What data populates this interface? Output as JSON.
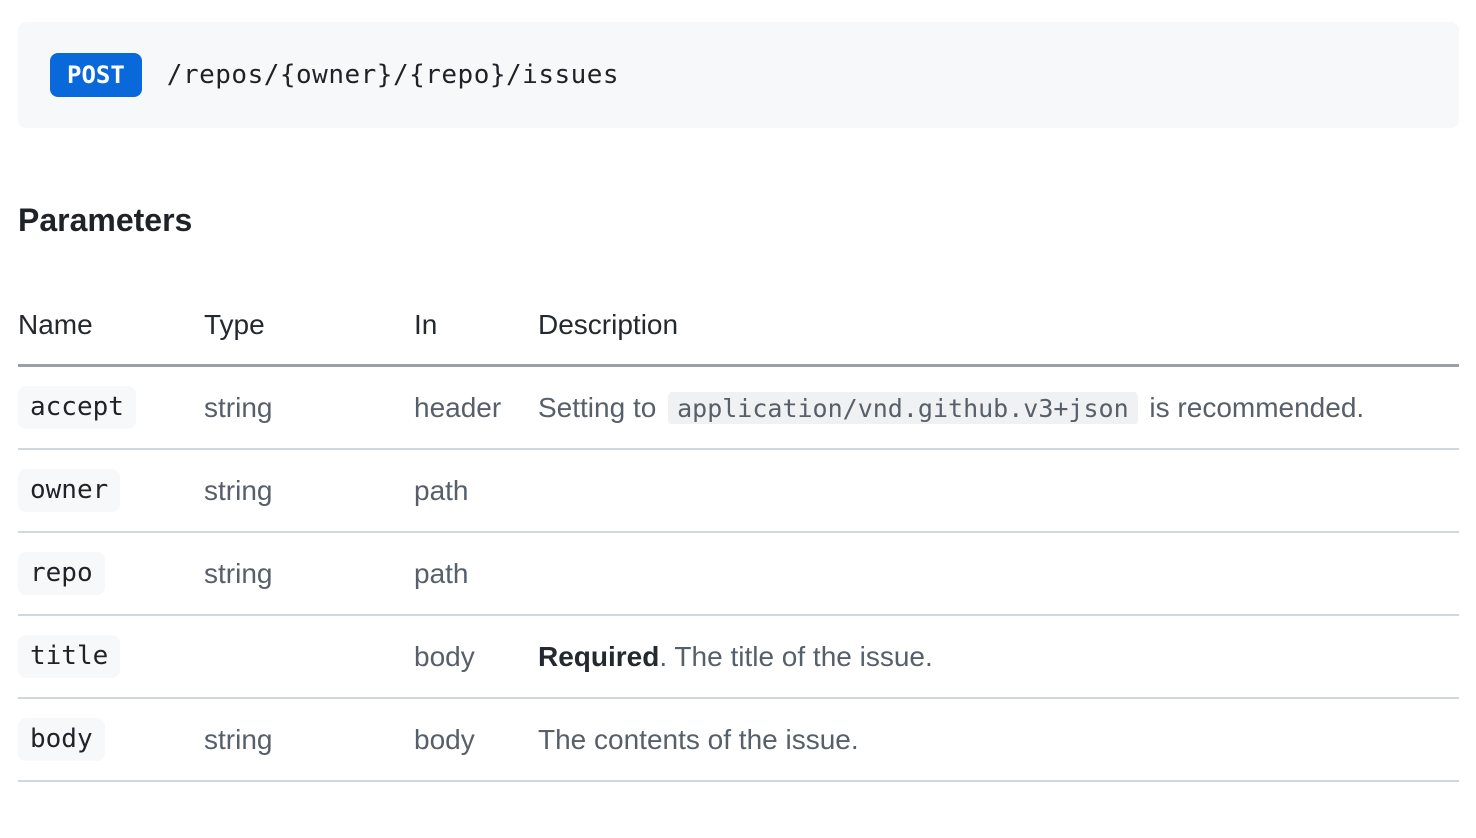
{
  "endpoint": {
    "method": "POST",
    "path": "/repos/{owner}/{repo}/issues"
  },
  "heading": "Parameters",
  "table": {
    "headers": [
      "Name",
      "Type",
      "In",
      "Description"
    ],
    "rows": [
      {
        "name": "accept",
        "type": "string",
        "in": "header",
        "description": {
          "prefix": "Setting to ",
          "code": "application/vnd.github.v3+json",
          "suffix": " is recommended."
        }
      },
      {
        "name": "owner",
        "type": "string",
        "in": "path",
        "description": {}
      },
      {
        "name": "repo",
        "type": "string",
        "in": "path",
        "description": {}
      },
      {
        "name": "title",
        "type": "",
        "in": "body",
        "description": {
          "bold": "Required",
          "suffix": ". The title of the issue."
        }
      },
      {
        "name": "body",
        "type": "string",
        "in": "body",
        "description": {
          "text": "The contents of the issue."
        }
      }
    ]
  },
  "colors": {
    "method_badge_bg": "#0969da",
    "method_badge_text": "#ffffff",
    "endpoint_box_bg": "#f6f8fa",
    "code_chip_bg": "#f0f1f3",
    "muted_text": "#57606a",
    "heading_text": "#1f2328",
    "header_rule": "#9a9fa5",
    "row_rule": "#d0d7de"
  }
}
